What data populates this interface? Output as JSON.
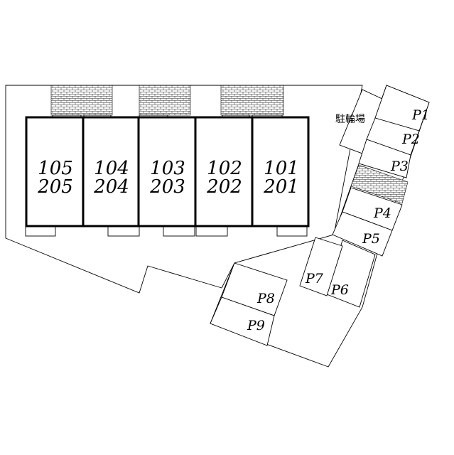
{
  "units": [
    {
      "id": "u105",
      "first": "105",
      "second": "205"
    },
    {
      "id": "u104",
      "first": "104",
      "second": "204"
    },
    {
      "id": "u103",
      "first": "103",
      "second": "203"
    },
    {
      "id": "u102",
      "first": "102",
      "second": "202"
    },
    {
      "id": "u101",
      "first": "101",
      "second": "201"
    }
  ],
  "parking": [
    "P1",
    "P2",
    "P3",
    "P4",
    "P5",
    "P6",
    "P7",
    "P8",
    "P9"
  ],
  "bicycle_parking": "駐輪場"
}
